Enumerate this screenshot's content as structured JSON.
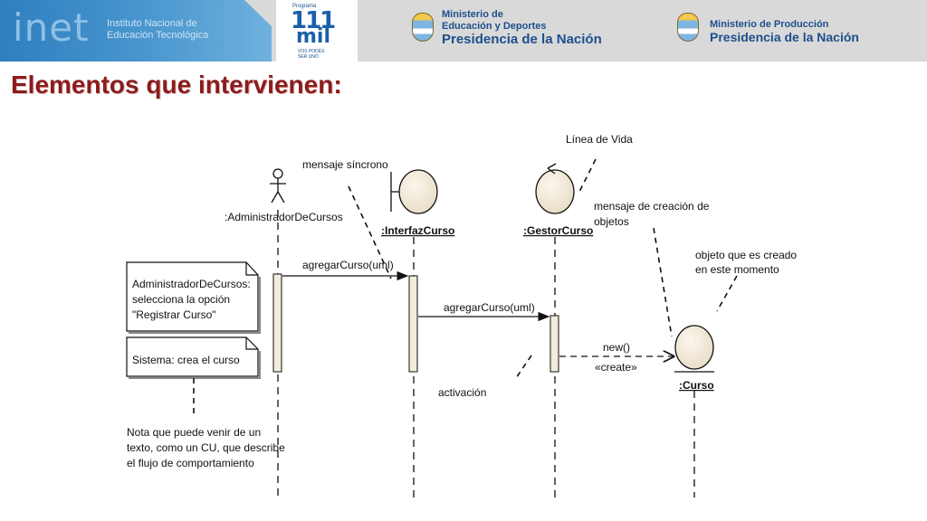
{
  "header": {
    "inet_word": "inet",
    "inet_sub_1": "Instituto Nacional de",
    "inet_sub_2": "Educación Tecnológica",
    "prog_label": "Programa",
    "prog_111": "111",
    "prog_mil": "mil",
    "prog_tagline_1": "VOS PODÉS",
    "prog_tagline_2": "SER UNO",
    "ministry1_line1": "Ministerio de",
    "ministry1_line2": "Educación y Deportes",
    "ministry1_line3": "Presidencia de la Nación",
    "ministry2_line1": "Ministerio de Producción",
    "ministry2_line2": "Presidencia de la Nación"
  },
  "title": "Elementos que intervienen:",
  "diagram": {
    "actor_label": ":AdministradorDeCursos",
    "interface_label": ":InterfazCurso",
    "controller_label": ":GestorCurso",
    "entity_label": ":Curso",
    "msg1": "agregarCurso(uml)",
    "msg2": "agregarCurso(uml)",
    "msg3": "new()",
    "stereotype": "«create»",
    "note1_line1": "AdministradorDeCursos:",
    "note1_line2": "selecciona la opción",
    "note1_line3": "\"Registrar Curso\"",
    "note2": "Sistema: crea el curso",
    "ann_lifeline": "Línea de Vida",
    "ann_sync": "mensaje síncrono",
    "ann_creation_1": "mensaje de creación de",
    "ann_creation_2": "objetos",
    "ann_object_1": "objeto que es creado",
    "ann_object_2": "en este momento",
    "ann_activation": "activación",
    "ann_note_1": "Nota que puede venir de un",
    "ann_note_2": "texto, como un CU, que describe",
    "ann_note_3": "el flujo de comportamiento"
  },
  "colors": {
    "title": "#8b1c1c",
    "header_bg": "#d9d9d9",
    "inet_blue": "#2f7fbf",
    "ministry_blue": "#1d4f8c",
    "object_fill": "#f4ebdc"
  }
}
